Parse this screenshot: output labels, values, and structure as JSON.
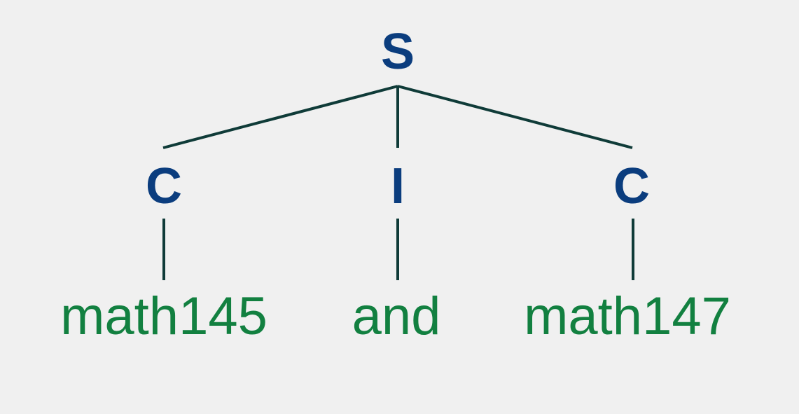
{
  "tree": {
    "root": {
      "label": "S",
      "children": [
        {
          "label": "C",
          "leaf": "math145"
        },
        {
          "label": "I",
          "leaf": "and"
        },
        {
          "label": "C",
          "leaf": "math147"
        }
      ]
    }
  },
  "colors": {
    "background": "#f0f0f0",
    "nonterminal": "#0b3d7e",
    "terminal": "#128040",
    "edge": "#0f3b38"
  }
}
